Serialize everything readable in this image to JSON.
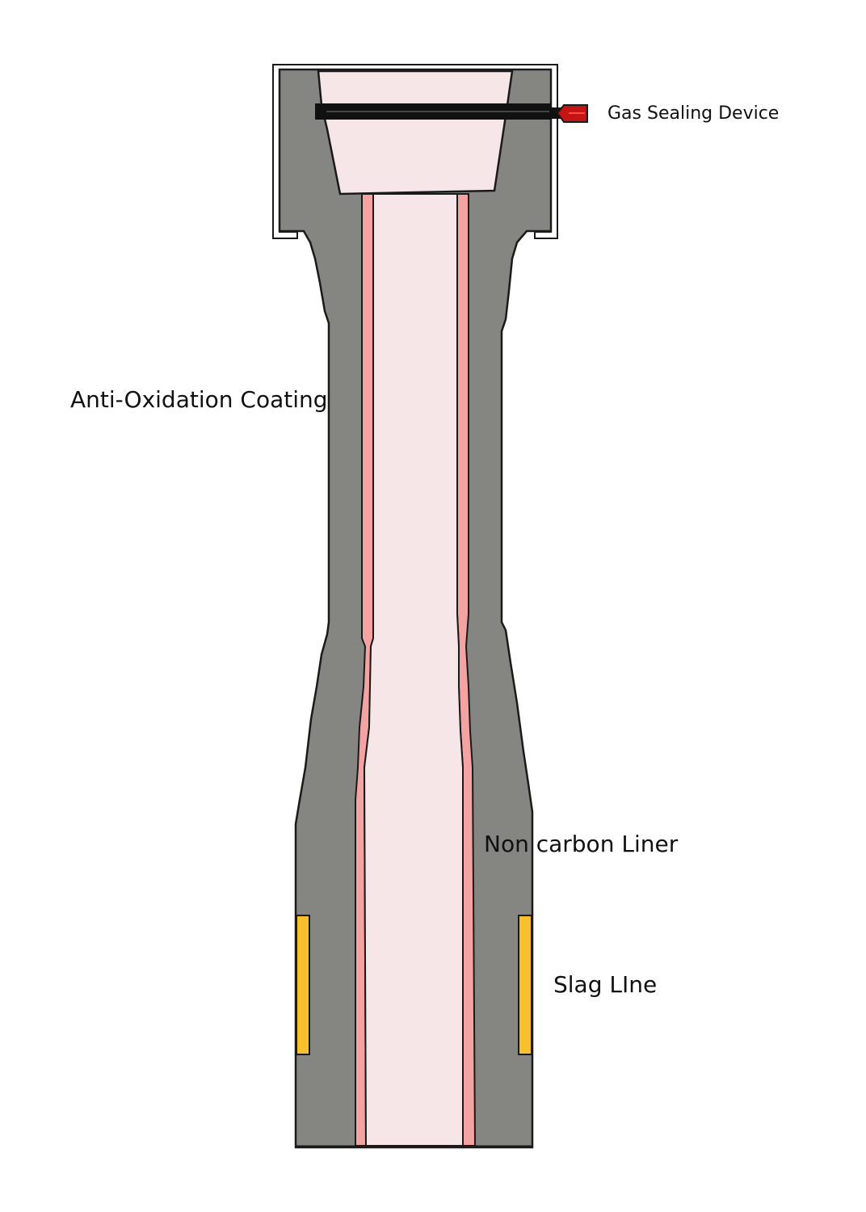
{
  "labels": {
    "gas_sealing_device": "Gas Sealing Device",
    "anti_oxidation_coating": "Anti-Oxidation Coating",
    "non_carbon_liner": "Non carbon Liner",
    "slag_line": "Slag LIne"
  },
  "colors": {
    "body": "#858581",
    "bore": "#f6e6e8",
    "liner": "#f2a3a2",
    "slag_band": "#f6c12a",
    "gas_device": "#c41414",
    "outline": "#1a1a1a"
  }
}
